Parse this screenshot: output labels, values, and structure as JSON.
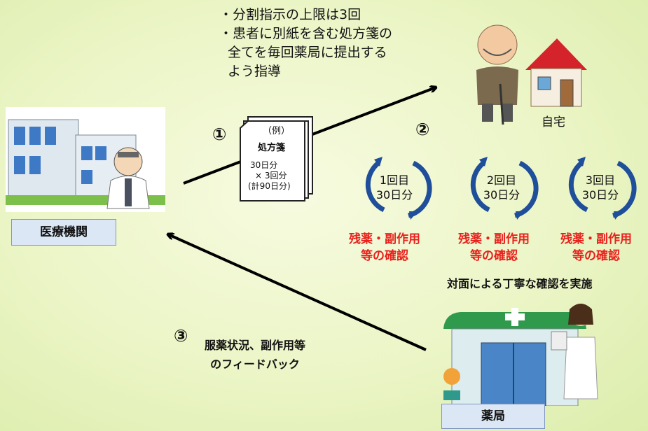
{
  "notes": {
    "line1": "・分割指示の上限は3回",
    "line2": "・患者に別紙を含む処方箋の",
    "line3": "全てを毎回薬局に提出する",
    "line4": "よう指導"
  },
  "steps": {
    "one": "①",
    "two": "②",
    "three": "③"
  },
  "prescription": {
    "example": "（例）",
    "title": "処方箋",
    "line1": "30日分",
    "line2": "× 3回分",
    "line3": "(計90日分)"
  },
  "home_label": "自宅",
  "institution_label": "医療機関",
  "pharmacy_label": "薬局",
  "cycles": [
    {
      "count": "1回目",
      "days": "30日分"
    },
    {
      "count": "2回目",
      "days": "30日分"
    },
    {
      "count": "3回目",
      "days": "30日分"
    }
  ],
  "check_line1": "残薬・副作用",
  "check_line2": "等の確認",
  "face_to_face": "対面による丁寧な確認を実施",
  "feedback": {
    "line1": "服薬状況、副作用等",
    "line2": "のフィードバック"
  },
  "colors": {
    "arrow_blue": "#1f4e9a",
    "check_red": "#e8211c",
    "label_box": "#dbe7f5"
  }
}
